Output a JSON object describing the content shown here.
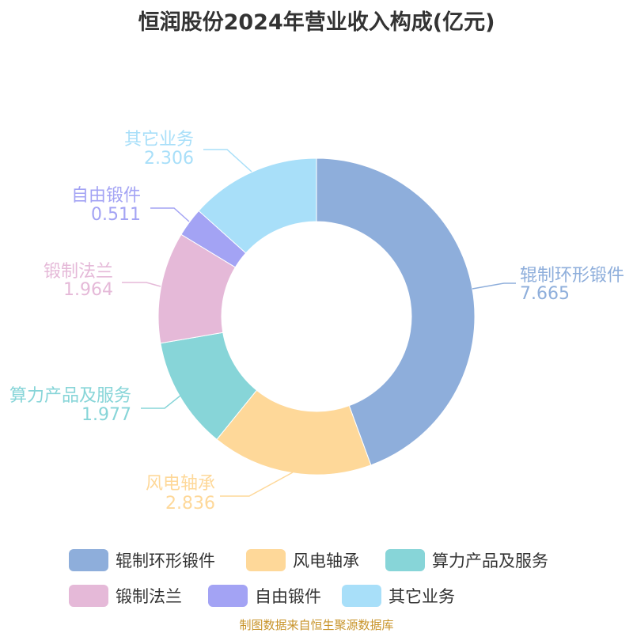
{
  "title": "恒润股份2024年营业收入构成(亿元)",
  "source": "制图数据来自恒生聚源数据库",
  "chart_data": {
    "type": "pie",
    "subtype": "donut",
    "title": "恒润股份2024年营业收入构成(亿元)",
    "unit": "亿元",
    "legend_position": "bottom",
    "slices": [
      {
        "label": "辊制环形锻件",
        "value": 7.665,
        "value_text": "7.665",
        "color": "#8eaedb"
      },
      {
        "label": "风电轴承",
        "value": 2.836,
        "value_text": "2.836",
        "color": "#fed899"
      },
      {
        "label": "算力产品及服务",
        "value": 1.977,
        "value_text": "1.977",
        "color": "#87d5d8"
      },
      {
        "label": "锻制法兰",
        "value": 1.964,
        "value_text": "1.964",
        "color": "#e5b9d8"
      },
      {
        "label": "自由锻件",
        "value": 0.511,
        "value_text": "0.511",
        "color": "#a3a3f4"
      },
      {
        "label": "其它业务",
        "value": 2.306,
        "value_text": "2.306",
        "color": "#a8dff9"
      }
    ]
  }
}
